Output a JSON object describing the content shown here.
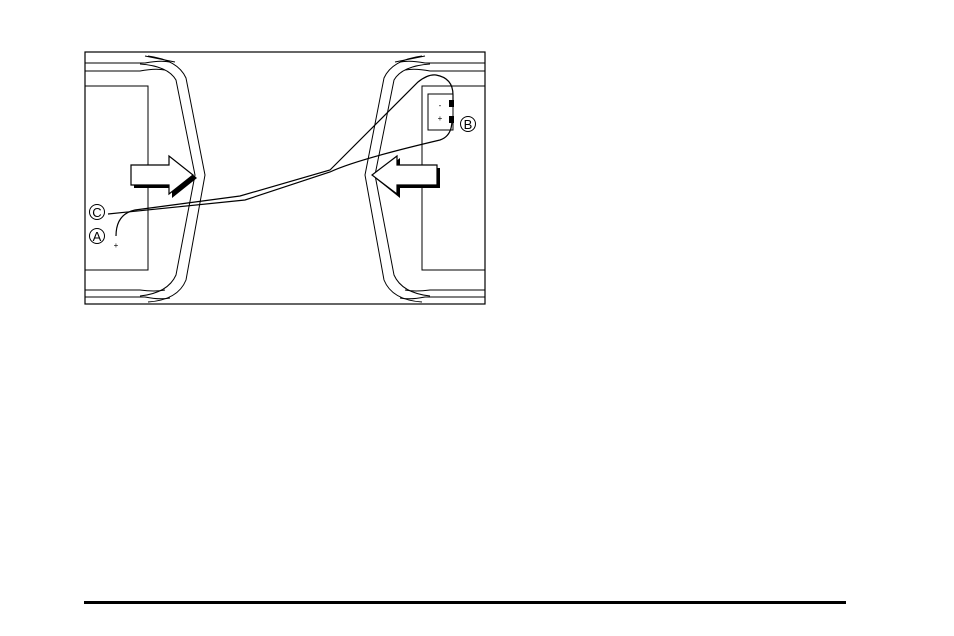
{
  "figure": {
    "callouts": {
      "a": "A",
      "b": "B",
      "c": "C"
    },
    "polarity": {
      "left_battery_plus": "+",
      "right_battery_minus": "-",
      "right_battery_plus": "+"
    }
  }
}
